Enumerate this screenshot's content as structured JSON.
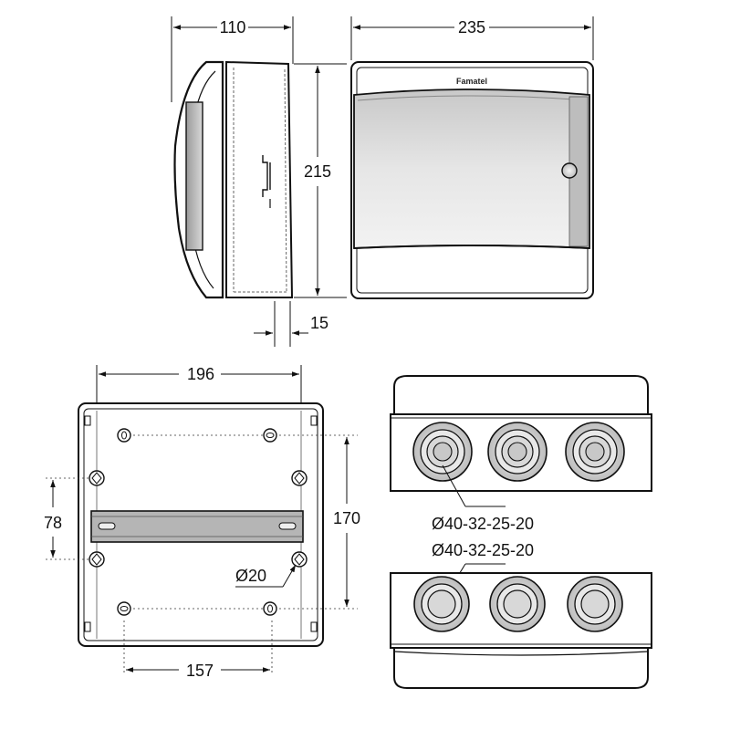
{
  "brand": "Famatel",
  "dimensions": {
    "side_depth": "110",
    "front_width": "235",
    "height": "215",
    "wall_depth": "15",
    "back_width": "196",
    "vertical_hole_spacing": "78",
    "horizontal_rail_spacing": "170",
    "knockout_diameter": "Ø20",
    "bottom_hole_spacing": "157"
  },
  "knockouts": {
    "top_label": "Ø40-32-25-20",
    "bottom_label": "Ø40-32-25-20"
  },
  "colors": {
    "line": "#111111",
    "window": "#dcdcdc",
    "rail": "#b5b5b5"
  }
}
